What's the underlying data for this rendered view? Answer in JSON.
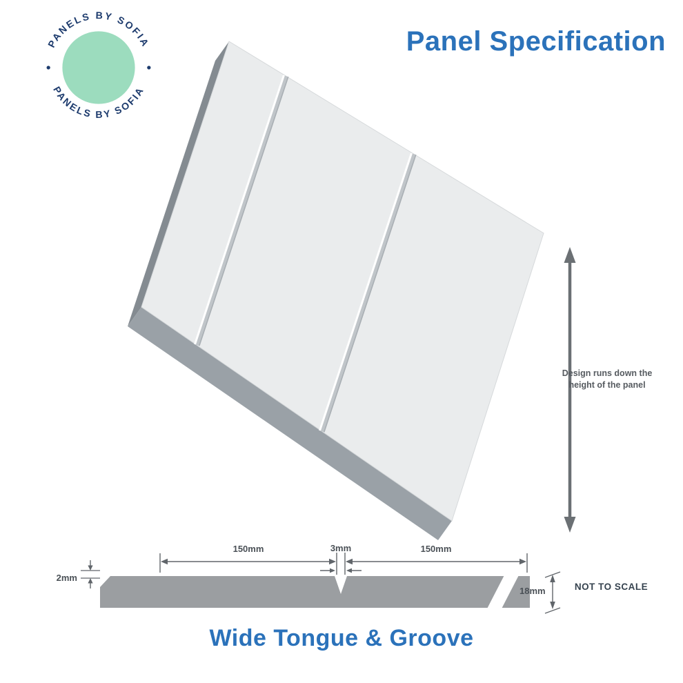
{
  "header": {
    "title": "Panel Specification"
  },
  "logo": {
    "arc_text_top": "PANELS BY SOFIA",
    "arc_text_bottom": "PANELS BY SOFIA"
  },
  "panel_note": {
    "line1": "Design runs down the",
    "line2": "height of the panel"
  },
  "cross_section": {
    "dim_left": "150mm",
    "dim_groove": "3mm",
    "dim_right": "150mm",
    "dim_depth": "2mm",
    "dim_thickness": "18mm",
    "scale_note": "NOT TO SCALE"
  },
  "footer": {
    "title": "Wide Tongue & Groove"
  },
  "colors": {
    "title_blue": "#2b72ba",
    "logo_navy": "#1d3b6d",
    "logo_mint": "#9cdcbe",
    "panel_face": "#eaeced",
    "panel_side_left": "#848b91",
    "panel_side_bottom": "#9aa1a7",
    "section_bar": "#9b9ea1",
    "dimension_gray": "#4a5056",
    "arrow_gray": "#6b7074"
  }
}
